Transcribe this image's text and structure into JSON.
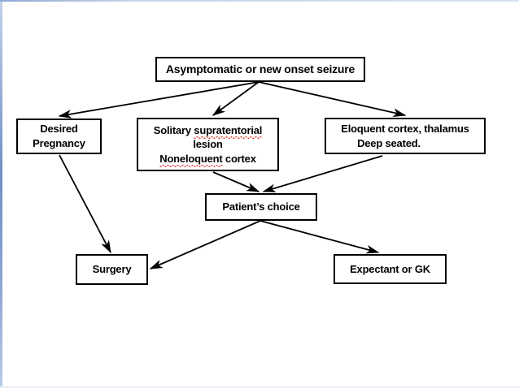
{
  "slide": {
    "background_color": "#ffffff",
    "frame_color": "#6f8fc4"
  },
  "diagram": {
    "type": "flowchart",
    "nodes": [
      {
        "id": "asymptomatic",
        "label": "Asymptomatic or new onset seizure",
        "lines": [
          "Asymptomatic or new onset seizure"
        ]
      },
      {
        "id": "desired-pregnancy",
        "label": "Desired Pregnancy",
        "lines": [
          "Desired",
          "Pregnancy"
        ]
      },
      {
        "id": "solitary-lesion",
        "label": "Solitary supratentorial lesion Noneloquent cortex",
        "line1a": "Solitary ",
        "line1b": "supratentorial",
        "line2": "lesion",
        "line3a": "Noneloquent",
        "line3b": " cortex"
      },
      {
        "id": "eloquent-cortex",
        "label": "Eloquent cortex, thalamus Deep seated.",
        "lines": [
          "Eloquent cortex, thalamus",
          "Deep seated."
        ]
      },
      {
        "id": "patients-choice",
        "label": "Patient’s choice",
        "lines": [
          "Patient’s choice"
        ]
      },
      {
        "id": "surgery",
        "label": "Surgery",
        "lines": [
          "Surgery"
        ]
      },
      {
        "id": "expectant-or-gk",
        "label": "Expectant or GK",
        "lines": [
          "Expectant or GK"
        ]
      }
    ],
    "edges": [
      {
        "from": "asymptomatic",
        "to": "desired-pregnancy"
      },
      {
        "from": "asymptomatic",
        "to": "solitary-lesion"
      },
      {
        "from": "asymptomatic",
        "to": "eloquent-cortex"
      },
      {
        "from": "desired-pregnancy",
        "to": "surgery"
      },
      {
        "from": "solitary-lesion",
        "to": "patients-choice"
      },
      {
        "from": "eloquent-cortex",
        "to": "patients-choice"
      },
      {
        "from": "patients-choice",
        "to": "surgery"
      },
      {
        "from": "patients-choice",
        "to": "expectant-or-gk"
      }
    ],
    "spellcheck_flagged_words": [
      "supratentorial",
      "Noneloquent"
    ]
  }
}
